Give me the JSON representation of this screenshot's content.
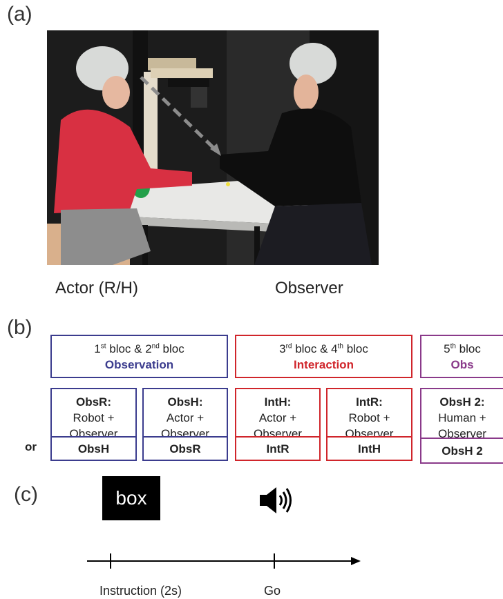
{
  "panel_a": {
    "letter": "(a)",
    "left_caption": "Actor (R/H)",
    "right_caption": "Observer"
  },
  "panel_b": {
    "letter": "(b)",
    "or_label": "or",
    "headers": [
      {
        "line1_pre": "1",
        "line1_sup1": "st",
        "line1_mid": " bloc & 2",
        "line1_sup2": "nd",
        "line1_post": " bloc",
        "title": "Observation",
        "color": "#3b3c8e"
      },
      {
        "line1_pre": "3",
        "line1_sup1": "rd",
        "line1_mid": " bloc & 4",
        "line1_sup2": "th",
        "line1_post": " bloc",
        "title": "Interaction",
        "color": "#d0252b"
      },
      {
        "line1_pre": "5",
        "line1_sup1": "th",
        "line1_mid": " bloc",
        "line1_sup2": "",
        "line1_post": "",
        "title": "Obs",
        "color": "#8a3a8a"
      }
    ],
    "conditions": [
      {
        "name": "ObsR:",
        "line2": "Robot +",
        "line3": "Observer",
        "alt": "ObsH"
      },
      {
        "name": "ObsH:",
        "line2": "Actor +",
        "line3": "Observer",
        "alt": "ObsR"
      },
      {
        "name": "IntH:",
        "line2": "Actor +",
        "line3": "Observer",
        "alt": "IntR"
      },
      {
        "name": "IntR:",
        "line2": "Robot +",
        "line3": "Observer",
        "alt": "IntH"
      },
      {
        "name": "ObsH 2:",
        "line2": "Human +",
        "line3": "Observer",
        "alt": "ObsH 2"
      }
    ]
  },
  "panel_c": {
    "letter": "(c)",
    "instruction_box": "box",
    "speaker_icon": "speaker-icon",
    "instruction_label": "Instruction (2s)",
    "go_label": "Go"
  }
}
